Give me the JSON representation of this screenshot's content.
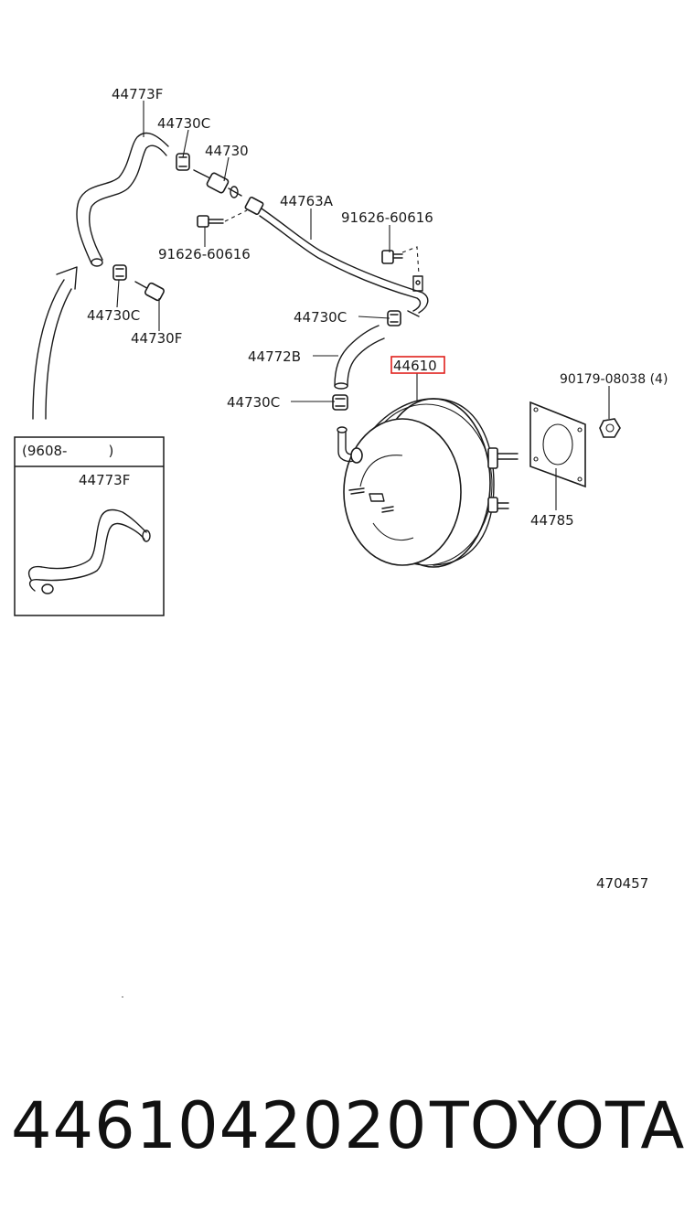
{
  "callouts": {
    "p44773f_top": "44773F",
    "p44730c_a": "44730C",
    "p44730": "44730",
    "p44763a": "44763A",
    "p91626_a": "91626-60616",
    "p91626_b": "91626-60616",
    "p44730c_b": "44730C",
    "p44730f": "44730F",
    "p44730c_c": "44730C",
    "p44772b": "44772B",
    "p44610": "44610",
    "p90179": "90179-08038 (4)",
    "p44730c_d": "44730C",
    "p44785": "44785"
  },
  "inset": {
    "date_range": "(9608-　　　)",
    "part": "44773F"
  },
  "diagram_number": "470457",
  "highlight_color": "#e0201c",
  "footer": {
    "part_number": "4461042020",
    "brand": "TOYOTA"
  }
}
